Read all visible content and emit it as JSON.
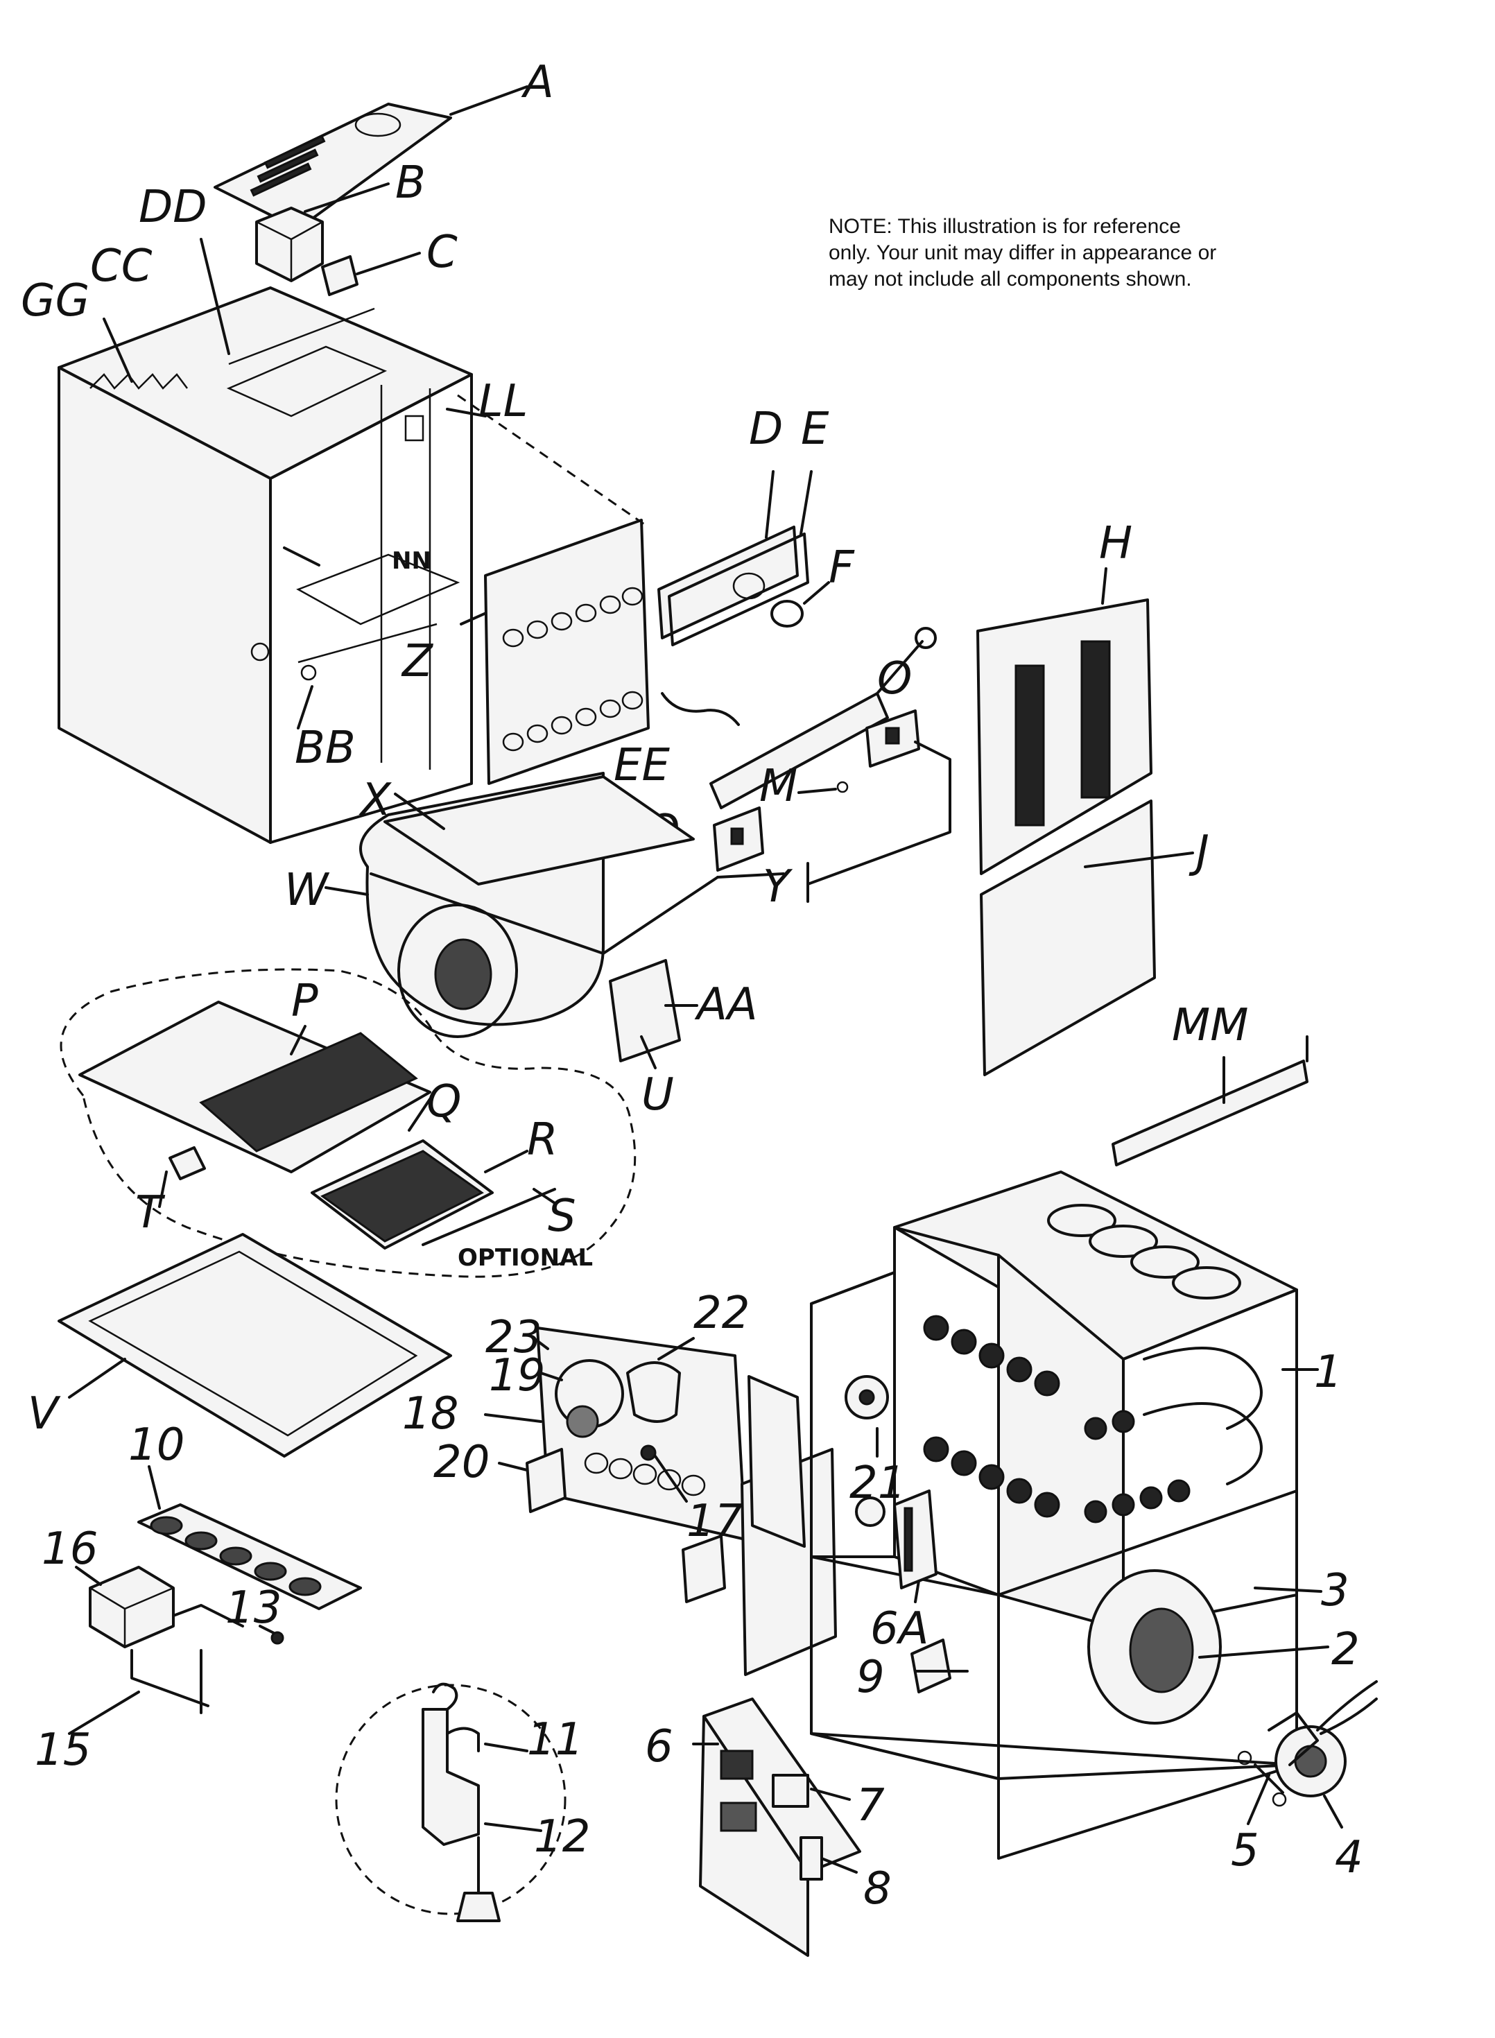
{
  "note": "NOTE:     This illustration is for reference only.   Your unit may differ in appearance or may not include all components shown.",
  "optional_label": "OPTIONAL",
  "callouts": {
    "A": "A",
    "B": "B",
    "C": "C",
    "CC": "CC",
    "DD": "DD",
    "GG": "GG",
    "LL": "LL",
    "D": "D",
    "E": "E",
    "F": "F",
    "NN": "NN",
    "Z": "Z",
    "BB": "BB",
    "EE": "EE",
    "H": "H",
    "O1": "O",
    "O2": "O",
    "M": "M",
    "X": "X",
    "W": "W",
    "Y": "Y",
    "J": "J",
    "AA": "AA",
    "U": "U",
    "MM": "MM",
    "P": "P",
    "Q": "Q",
    "R": "R",
    "S": "S",
    "T": "T",
    "V": "V",
    "n1": "1",
    "n2": "2",
    "n3": "3",
    "n4": "4",
    "n5": "5",
    "n6": "6",
    "n6A": "6A",
    "n7": "7",
    "n8": "8",
    "n9": "9",
    "n10": "10",
    "n11": "11",
    "n12": "12",
    "n13": "13",
    "n15": "15",
    "n16": "16",
    "n17": "17",
    "n18": "18",
    "n19": "19",
    "n20": "20",
    "n21": "21",
    "n22": "22",
    "n23": "23"
  }
}
